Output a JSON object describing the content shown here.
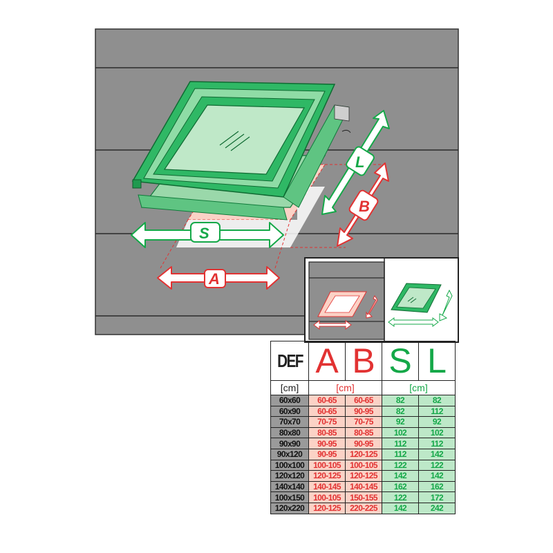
{
  "diagram": {
    "dimension_labels": {
      "a": "A",
      "b": "B",
      "s": "S",
      "l": "L"
    }
  },
  "table": {
    "headers": {
      "def": "DEF",
      "a": "A",
      "b": "B",
      "s": "S",
      "l": "L"
    },
    "units": {
      "def": "[cm]",
      "ab": "[cm]",
      "sl": "[cm]"
    },
    "rows": [
      {
        "def": "60x60",
        "a": "60-65",
        "b": "60-65",
        "s": "82",
        "l": "82"
      },
      {
        "def": "60x90",
        "a": "60-65",
        "b": "90-95",
        "s": "82",
        "l": "112"
      },
      {
        "def": "70x70",
        "a": "70-75",
        "b": "70-75",
        "s": "92",
        "l": "92"
      },
      {
        "def": "80x80",
        "a": "80-85",
        "b": "80-85",
        "s": "102",
        "l": "102"
      },
      {
        "def": "90x90",
        "a": "90-95",
        "b": "90-95",
        "s": "112",
        "l": "112"
      },
      {
        "def": "90x120",
        "a": "90-95",
        "b": "120-125",
        "s": "112",
        "l": "142"
      },
      {
        "def": "100x100",
        "a": "100-105",
        "b": "100-105",
        "s": "122",
        "l": "122"
      },
      {
        "def": "120x120",
        "a": "120-125",
        "b": "120-125",
        "s": "142",
        "l": "142"
      },
      {
        "def": "140x140",
        "a": "140-145",
        "b": "140-145",
        "s": "162",
        "l": "162"
      },
      {
        "def": "100x150",
        "a": "100-105",
        "b": "150-155",
        "s": "122",
        "l": "172"
      },
      {
        "def": "120x220",
        "a": "120-125",
        "b": "220-225",
        "s": "142",
        "l": "242"
      }
    ]
  },
  "colors": {
    "roof": "#8f8f8f",
    "frame_green": "#2fb865",
    "glass_green": "#bfe8c8",
    "dimension_red": "#e23232",
    "dimension_green": "#14a848",
    "opening_pink": "#fbd2c6"
  }
}
